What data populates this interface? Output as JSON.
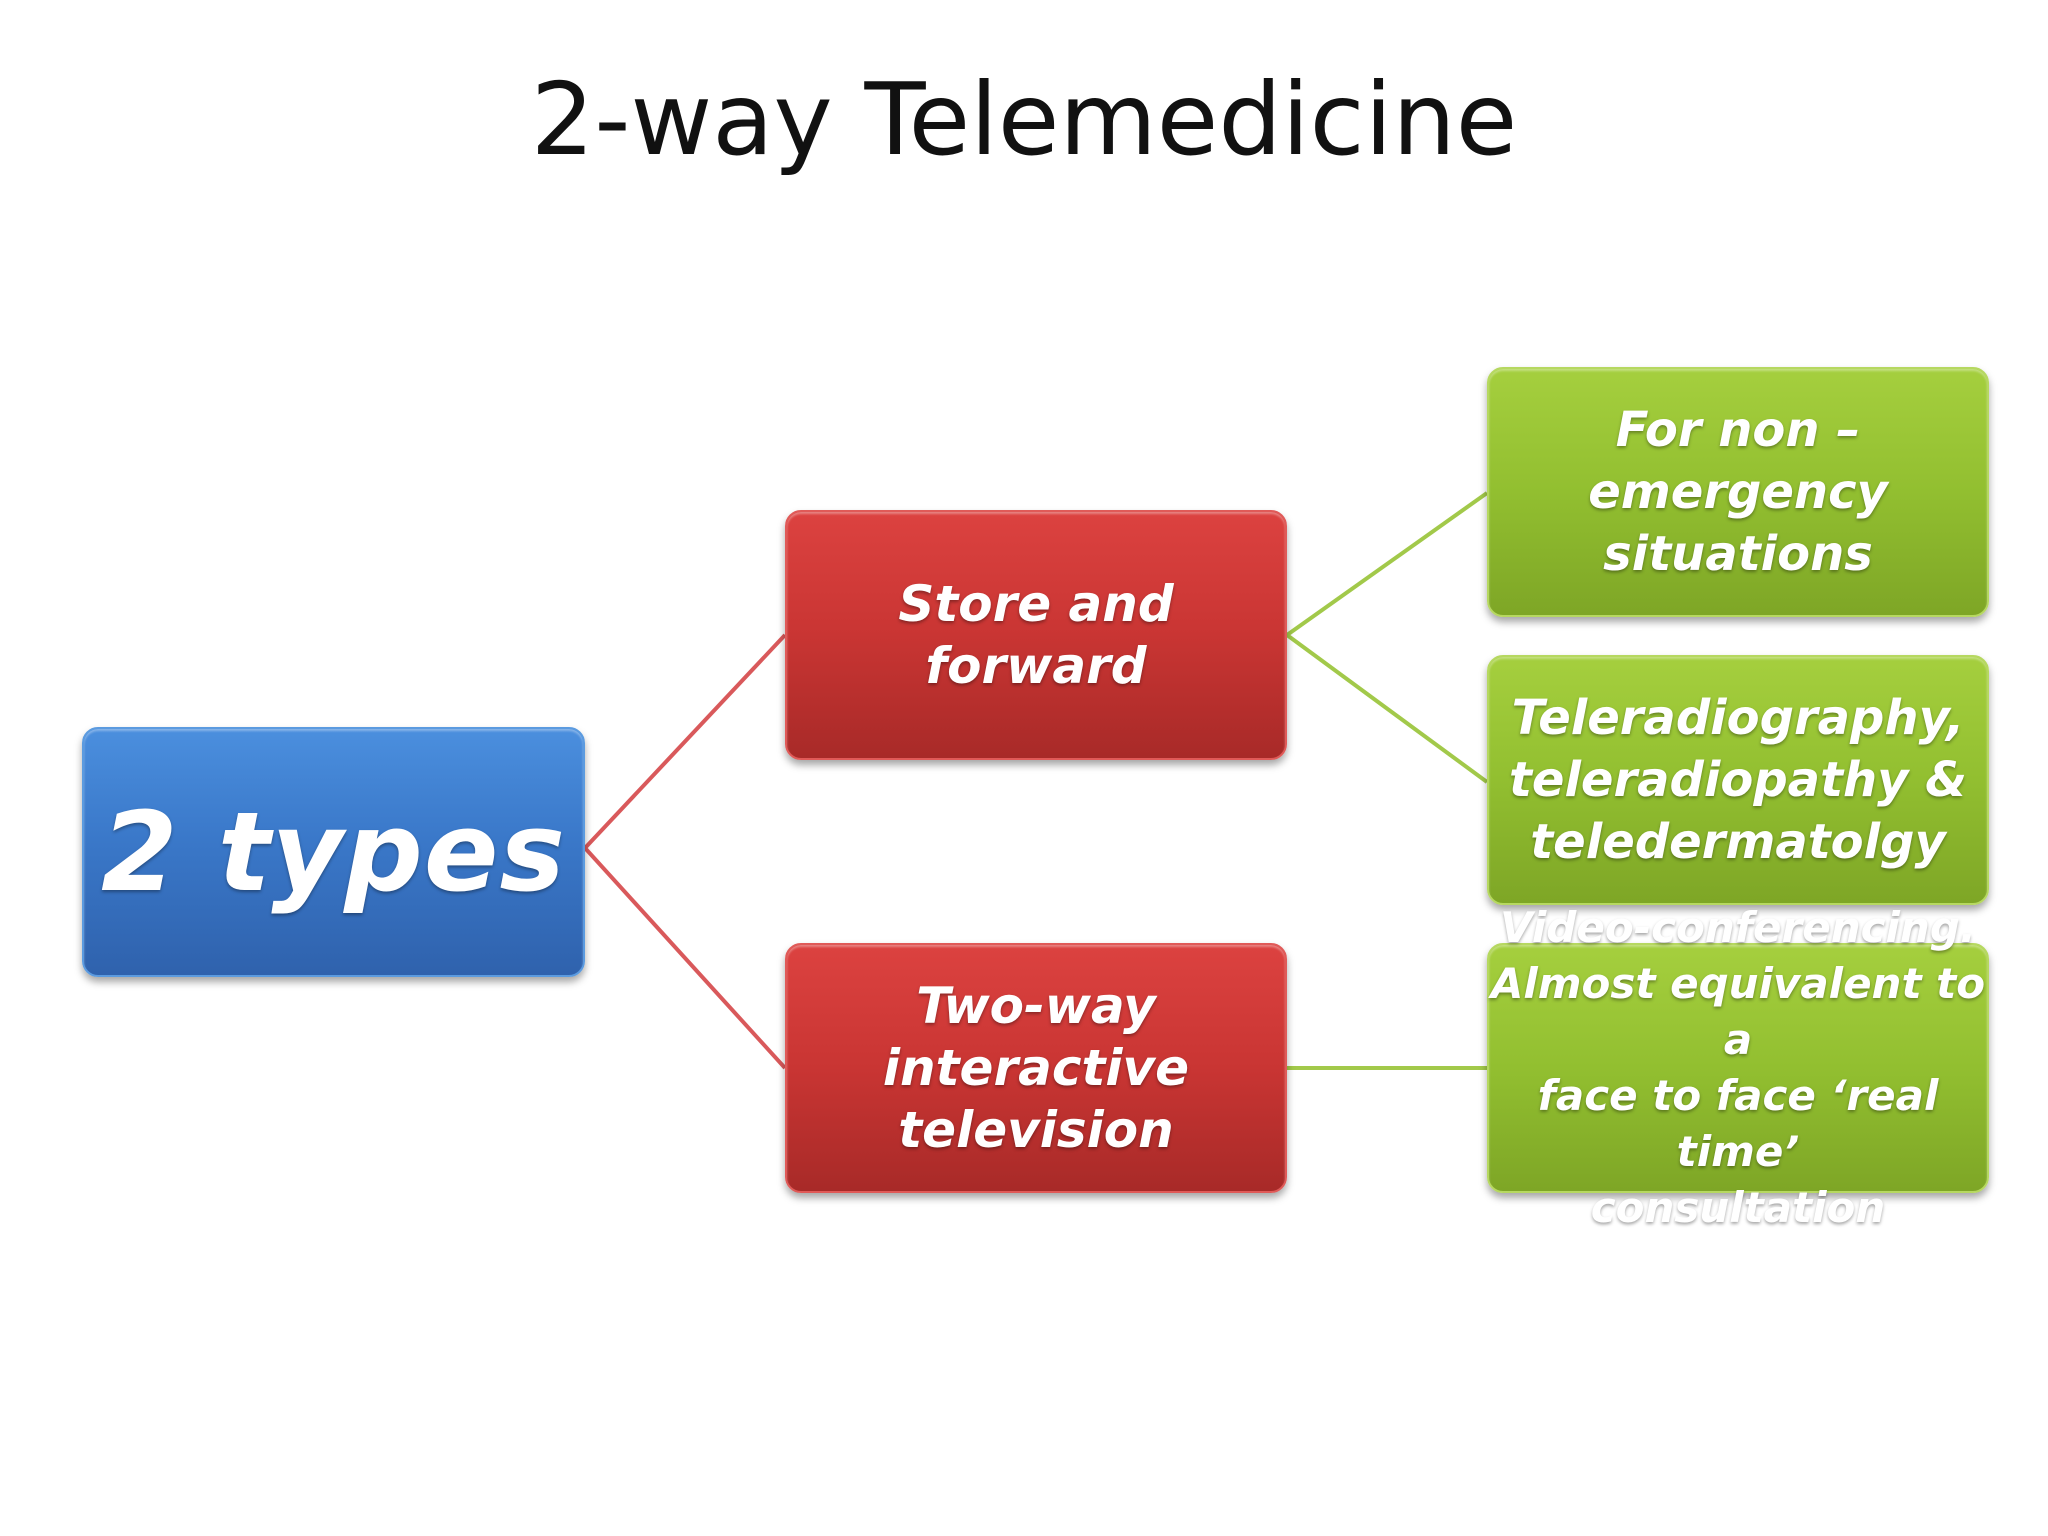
{
  "slide": {
    "title": "2-way Telemedicine"
  },
  "diagram": {
    "root": {
      "label": "2 types"
    },
    "branches": [
      {
        "label": "Store and forward",
        "children": [
          {
            "lines": [
              "For non –",
              "emergency",
              "situations"
            ]
          },
          {
            "lines": [
              "Teleradiography,",
              "teleradiopathy &",
              "teledermatolgy"
            ]
          }
        ]
      },
      {
        "label_lines": [
          "Two-way interactive",
          "television"
        ],
        "children": [
          {
            "lines": [
              "Video-conferencing.",
              "Almost equivalent to a",
              "face to face ‘real time’",
              "consultation"
            ]
          }
        ]
      }
    ],
    "colors": {
      "root": "#3a78c9",
      "branch": "#c93533",
      "leaf": "#92bf30",
      "branch_connector": "#d9595b",
      "leaf_connector": "#a2c94a"
    }
  }
}
